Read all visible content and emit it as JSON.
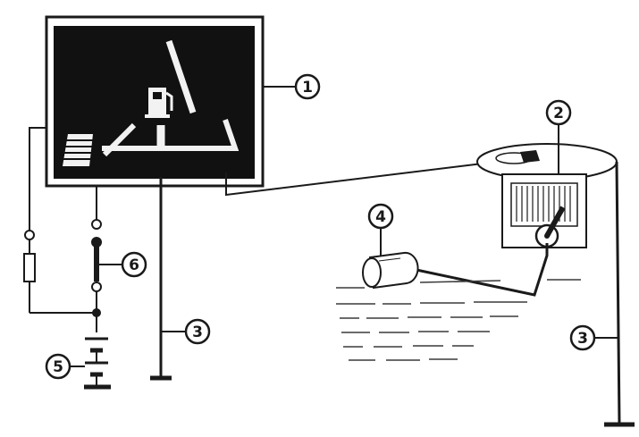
{
  "callouts": {
    "c1": "1",
    "c2": "2",
    "c3_ground_left": "3",
    "c3_ground_right": "3",
    "c4": "4",
    "c5": "5",
    "c6": "6"
  },
  "colors": {
    "ink": "#1a1a1a",
    "paper": "#ffffff",
    "display_bg": "#111111",
    "display_symbol": "#f2f2f2",
    "fuel_liquid": "#3a3a3a"
  },
  "icons": {
    "fuel_pump": "fuel-pump-icon",
    "fuse": "fuse-icon",
    "battery": "battery-icon",
    "ground": "ground-icon"
  }
}
